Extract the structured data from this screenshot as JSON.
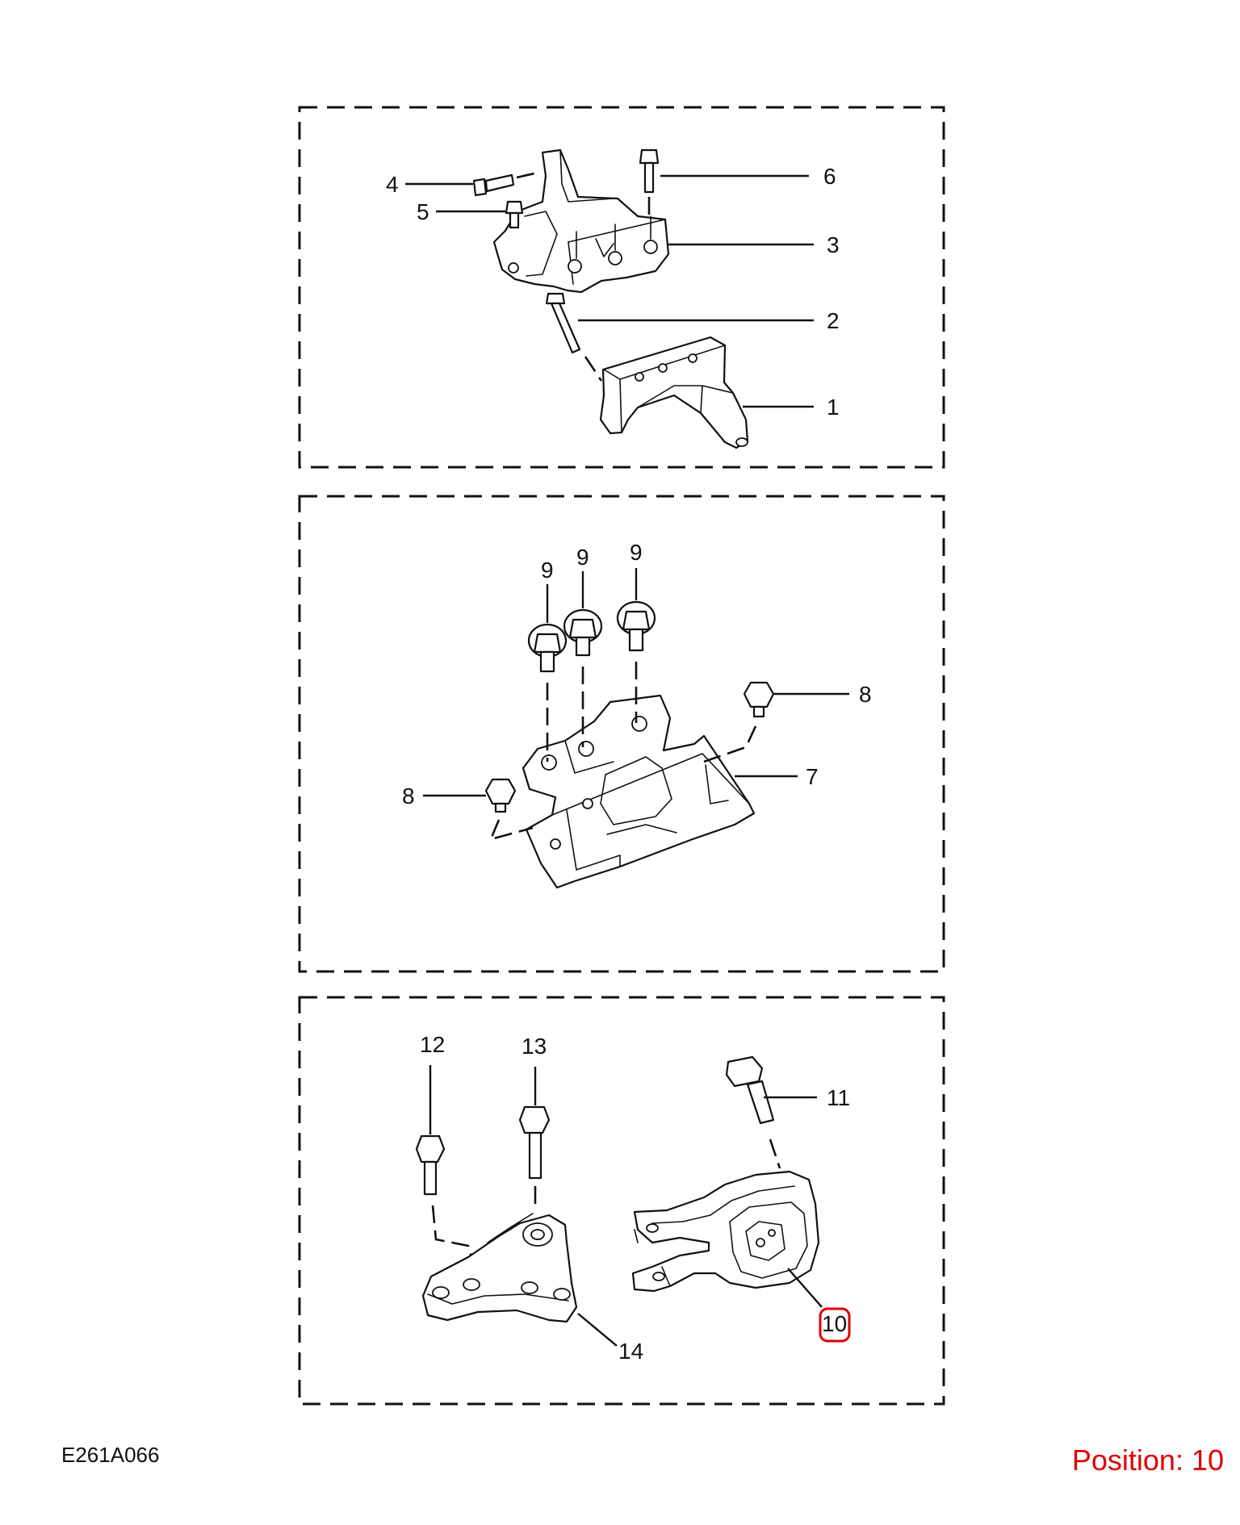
{
  "callouts": {
    "c1": "1",
    "c2": "2",
    "c3": "3",
    "c4": "4",
    "c5": "5",
    "c6": "6",
    "c7": "7",
    "c8a": "8",
    "c8b": "8",
    "c9a": "9",
    "c9b": "9",
    "c9c": "9",
    "c10": "10",
    "c11": "11",
    "c12": "12",
    "c13": "13",
    "c14": "14"
  },
  "footer": {
    "diagram_code": "E261A066",
    "position_label": "Position: 10"
  },
  "colors": {
    "line": "#111111",
    "highlight": "#e00000",
    "background": "#ffffff"
  }
}
